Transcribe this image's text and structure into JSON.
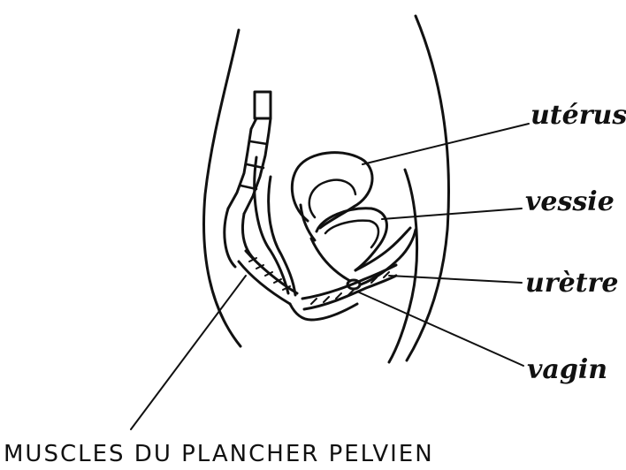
{
  "labels": {
    "uterus": "utérus",
    "vessie": "vessie",
    "uretre": "urètre",
    "vagin": "vagin"
  },
  "caption": "MUSCLES DU PLANCHER PELVIEN",
  "colors": {
    "ink": "#111111",
    "background": "#ffffff"
  }
}
